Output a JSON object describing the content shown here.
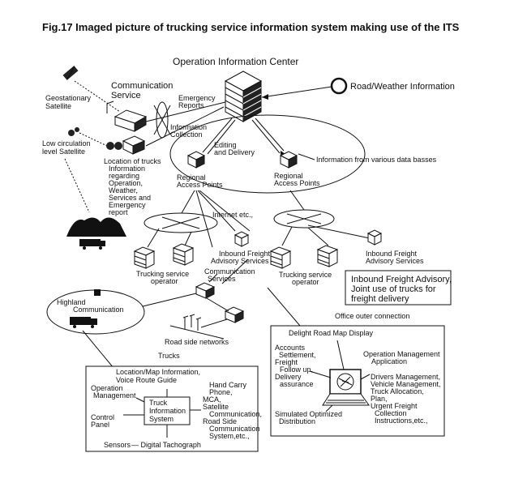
{
  "title": "Fig.17 Imaged picture of trucking service information system making use of the ITS",
  "center": "Operation Information Center",
  "labels": {
    "communication_service": [
      "Communication",
      "Service"
    ],
    "geostationary": [
      "Geostationary",
      "Satellite"
    ],
    "low_circ": [
      "Low circulation",
      "level Satellite"
    ],
    "emergency_reports": [
      "Emergency",
      "Reports"
    ],
    "info_collection": [
      "Information",
      "Collection"
    ],
    "editing_delivery": [
      "Editing",
      "and Delivery"
    ],
    "road_weather": "Road/Weather Information",
    "info_databases": "Information from various data basses",
    "location_trucks": [
      "Location of trucks",
      "Information",
      "regarding",
      "Operation,",
      "Weather,",
      "Services and",
      "Emergency",
      "report"
    ],
    "regional_1": [
      "Regional",
      "Access Points"
    ],
    "regional_2": [
      "Regional",
      "Access Points"
    ],
    "internet": "Internet etc.,",
    "inbound_1": [
      "Inbound Freight",
      "Advisory Services"
    ],
    "inbound_2": [
      "Inbound Freight",
      "Advisory Services"
    ],
    "trucking_op_1": [
      "Trucking service",
      "operator"
    ],
    "trucking_op_2": [
      "Trucking service",
      "operator"
    ],
    "comm_services": [
      "Communication",
      "Services"
    ],
    "highland": [
      "Highland",
      "Communication"
    ],
    "roadside_networks": "Road side networks",
    "trucks": "Trucks",
    "advisory_box": [
      "Inbound Freight Advisory,",
      "Joint use of trucks for",
      "freight delivery"
    ],
    "office_outer": "Office outer connection",
    "delight_map": "Delight Road Map Display",
    "accounts": [
      "Accounts",
      "Settlement,",
      "Freight",
      "Follow up,",
      "Delivery",
      "assurance"
    ],
    "op_mgmt_app": [
      "Operation Management",
      "Application"
    ],
    "drivers_mgmt": [
      "Drivers Management,",
      "Vehicle Management,",
      "Truck Allocation,",
      "Plan,",
      "Urgent Freight",
      "Collection",
      "Instructions,etc.,"
    ],
    "simulated": [
      "Simulated Optimized",
      "Distribution"
    ],
    "loc_map_info": [
      "Location/Map Information,",
      "Voice Route Guide"
    ],
    "operation_mgmt": [
      "Operation",
      "Management"
    ],
    "truck_info_system": [
      "Truck",
      "Information",
      "System"
    ],
    "control_panel": [
      "Control",
      "Panel"
    ],
    "hand_carry": [
      "Hand Carry",
      "Phone,",
      "MCA,",
      "Satellite",
      "Communication,",
      "Road Side",
      "Communication",
      "System,etc.,"
    ],
    "sensors": "Sensors",
    "tachograph": "— Digital Tachograph"
  }
}
